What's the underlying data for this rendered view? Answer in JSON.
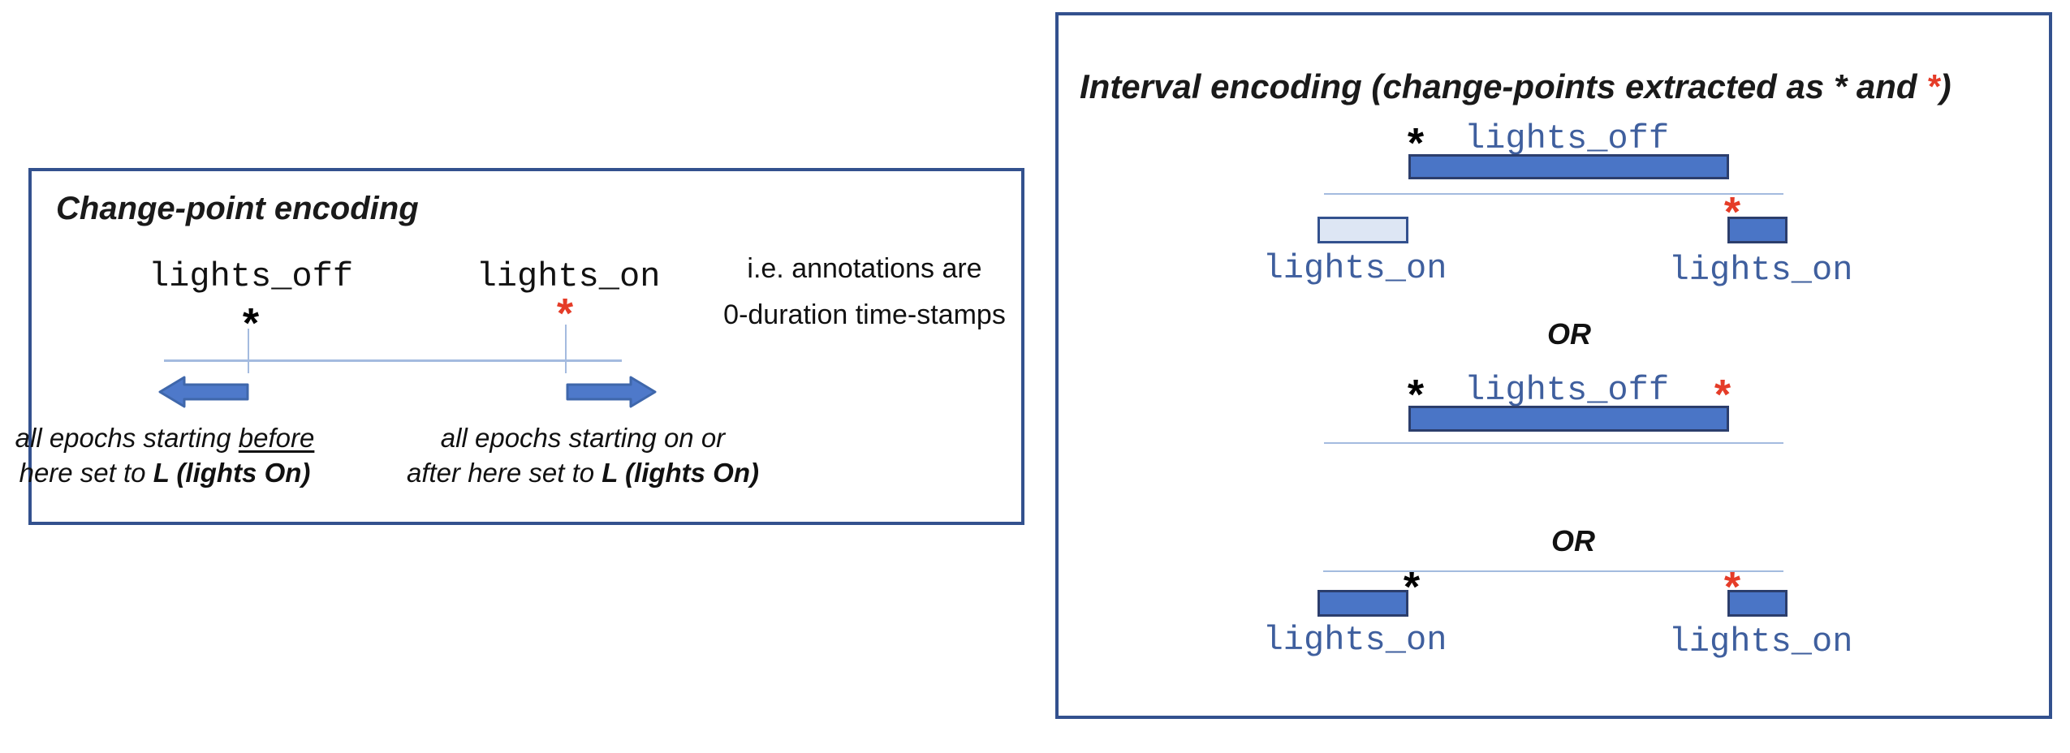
{
  "markers": {
    "black": "*",
    "red": "*"
  },
  "colors": {
    "panel_border": "#33518e",
    "line_blue": "#a4bbdf",
    "bar_fill": "#4a75c6",
    "bar_border": "#2c3e6c",
    "bar_light_fill": "#dde6f4",
    "bar_light_border": "#33518e",
    "arrow_fill": "#4e79ca",
    "arrow_border": "#3f67ab",
    "text_blue": "#3f5f9e",
    "marker_red": "#e53c28",
    "text_black": "#1a1a1a"
  },
  "left_panel": {
    "title": "Change-point encoding",
    "lights_off_label": "lights_off",
    "lights_on_label": "lights_on",
    "note": {
      "line1": "i.e. annotations are",
      "line2": "0-duration time-stamps"
    },
    "captions": {
      "left": {
        "line1_text": "all epochs starting ",
        "line1_underline": "before",
        "line2_text": "here set to ",
        "line2_bold": "L (lights On)"
      },
      "right": {
        "line1": "all epochs starting on or",
        "line2_text": "after here set to ",
        "line2_bold": "L (lights On)"
      }
    }
  },
  "right_panel": {
    "title": {
      "prefix": "Interval encoding (change-points extracted as ",
      "black_marker": "*",
      "middle": " and ",
      "red_marker": "*",
      "suffix": ")"
    },
    "lights_off_label": "lights_off",
    "lights_on_label": "lights_on",
    "or_label": "OR"
  }
}
